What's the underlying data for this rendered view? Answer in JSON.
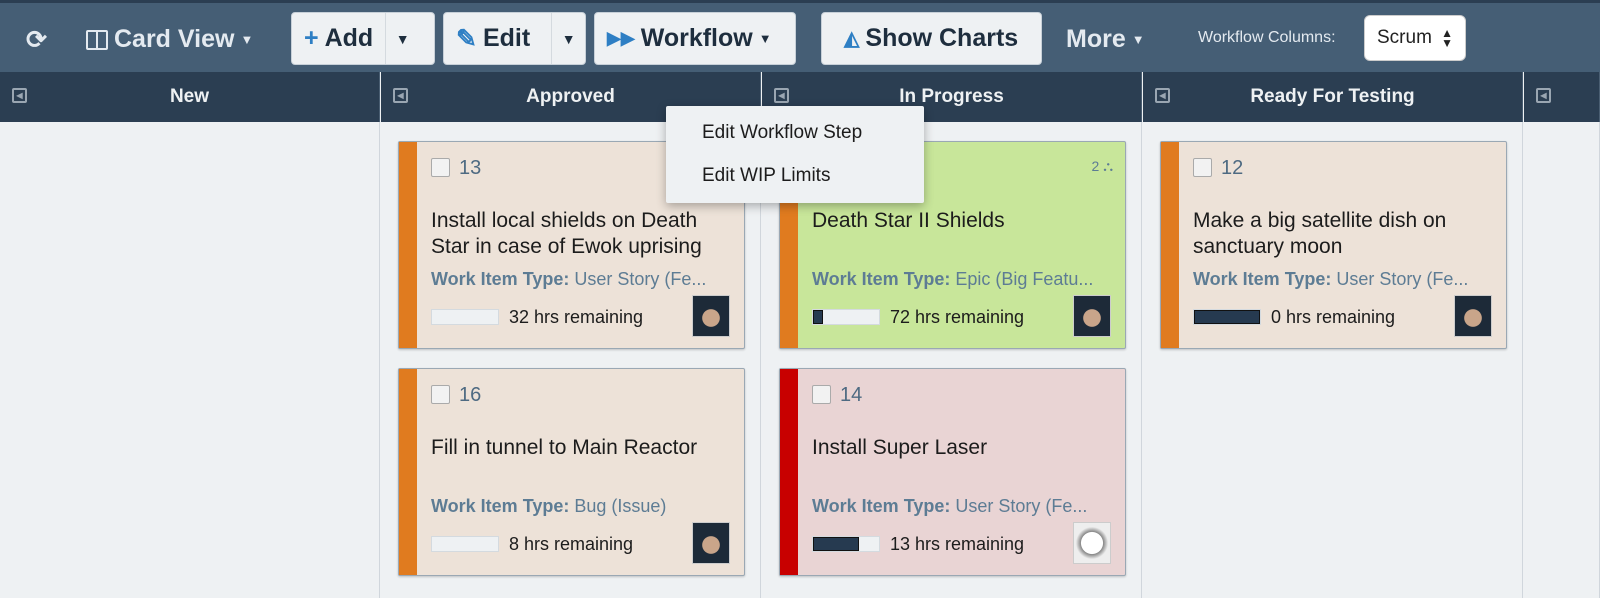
{
  "toolbar": {
    "card_view": "Card View",
    "add": "Add",
    "edit": "Edit",
    "workflow": "Workflow",
    "show_charts": "Show Charts",
    "more": "More",
    "workflow_columns_label": "Workflow Columns:",
    "workflow_columns_value": "Scrum"
  },
  "columns": [
    {
      "name": "New"
    },
    {
      "name": "Approved"
    },
    {
      "name": "In Progress"
    },
    {
      "name": "Ready For Testing"
    },
    {
      "name": ""
    }
  ],
  "type_label": "Work Item Type:",
  "cards": [
    {
      "column": 1,
      "id": "13",
      "title": "Install local shields on Death Star in case of Ewok uprising",
      "type": "User Story (Fe...",
      "hours": "32 hrs remaining",
      "progress": 0,
      "stripe": "#e07b1f",
      "bg": "#ede2d8",
      "avatar": "officer"
    },
    {
      "column": 1,
      "id": "16",
      "title": "Fill in tunnel to Main Reactor",
      "type": "Bug (Issue)",
      "hours": "8 hrs remaining",
      "progress": 0,
      "stripe": "#e07b1f",
      "bg": "#ede2d8",
      "avatar": "officer"
    },
    {
      "column": 2,
      "id": "",
      "title": "Death Star II Shields",
      "type": "Epic (Big Featu...",
      "hours": "72 hrs remaining",
      "progress": 0.15,
      "stripe": "#e07b1f",
      "bg": "#c8e69a",
      "avatar": "officer",
      "children": "2"
    },
    {
      "column": 2,
      "id": "14",
      "title": "Install Super Laser",
      "type": "User Story (Fe...",
      "hours": "13 hrs remaining",
      "progress": 0.7,
      "stripe": "#c80000",
      "bg": "#e9d4d4",
      "avatar": "stormtrooper"
    },
    {
      "column": 3,
      "id": "12",
      "title": "Make a big satellite dish on sanctuary moon",
      "type": "User Story (Fe...",
      "hours": "0 hrs remaining",
      "progress": 1,
      "stripe": "#e07b1f",
      "bg": "#ede2d8",
      "avatar": "officer"
    }
  ],
  "menu": {
    "items": [
      "Edit Workflow Step",
      "Edit WIP Limits"
    ]
  }
}
